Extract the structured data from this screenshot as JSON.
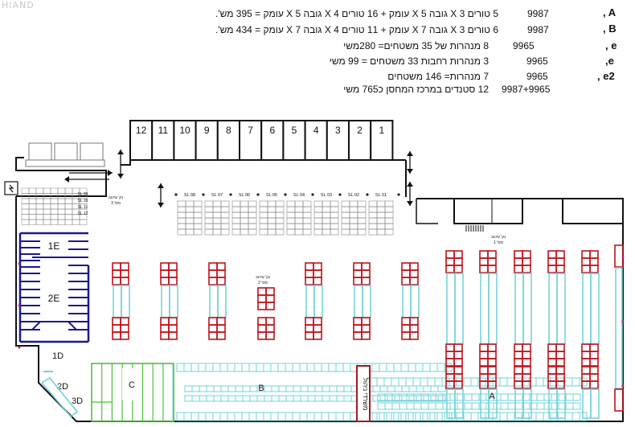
{
  "watermark": "HIAND",
  "notes": [
    {
      "key": ", A",
      "code": "9987",
      "text": "5 טורים X 3 גובה X 5 עומק  +  16 טורים X 4 גובה X 5 עומק = 395 מש'."
    },
    {
      "key": ", B",
      "code": "9987",
      "text": "6 טורים X 3 גובה X 7 עומק  +  11 טורים X 4 גובה X 7 עומק = 434 מש'."
    },
    {
      "key": ", e",
      "code": "9965",
      "text": "8 מנהרות  של 35 משטחים= 280משי"
    },
    {
      "key": ",e",
      "code": "9965",
      "text": "3 מנהרות רחבות 33 משטחים = 99 משי"
    },
    {
      "key": ", e2",
      "code": "9965",
      "text": "7 מנהרות= 146 משטחים"
    },
    {
      "key": "",
      "code": "9987+9965",
      "text": "12 סטנדים במרכז המחסן כ765 משי"
    }
  ],
  "docks": [
    "12",
    "11",
    "10",
    "9",
    "8",
    "7",
    "6",
    "5",
    "4",
    "3",
    "2",
    "1"
  ],
  "sl_labels": [
    "SL 08",
    "SL 07",
    "SL 06",
    "SL 05",
    "SL 04",
    "SL 03",
    "SL 02",
    "SL 01"
  ],
  "sl_small": [
    "SL 09",
    "SL 10",
    "SL 11",
    "SL 12"
  ],
  "zones": {
    "e1": "1E",
    "e2": "2E",
    "d1": "1D",
    "d2": "2D",
    "d3": "3D",
    "c": "C",
    "b": "B",
    "a": "A"
  },
  "collection_points": [
    {
      "line1": "נק' עיכוב",
      "line2": "מס' 3"
    },
    {
      "line1": "נק' עיכוב",
      "line2": "מס' 2"
    },
    {
      "line1": "נק' עיכוב",
      "line2": "מס' 1"
    }
  ],
  "vertical_sign": "משרדי ניהול",
  "colors": {
    "wall": "#111111",
    "rack_red": "#c0121b",
    "rack_cyan": "#6fd0d8",
    "zone_e": "#1a1a8c",
    "zone_c": "#4cc13a",
    "grid": "#888888"
  }
}
